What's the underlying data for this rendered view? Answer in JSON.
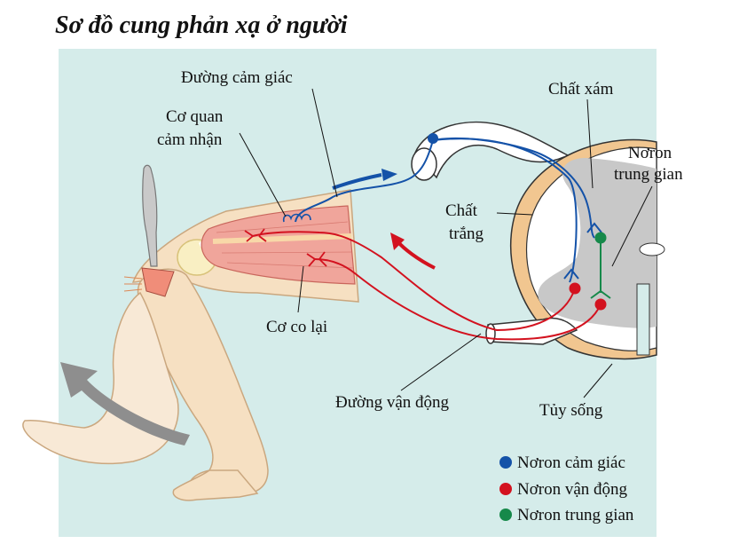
{
  "title": "Sơ đồ cung phản xạ ở người",
  "labels": {
    "sensory_path": "Đường cảm giác",
    "receptor_line1": "Cơ quan",
    "receptor_line2": "cảm nhận",
    "gray_matter": "Chất xám",
    "interneuron_line1": "Nơron",
    "interneuron_line2": "trung gian",
    "white_matter_line1": "Chất",
    "white_matter_line2": "trắng",
    "effector": "Cơ co lại",
    "motor_path": "Đường vận động",
    "spinal_cord": "Tủy sống"
  },
  "legend": [
    {
      "label": "Nơron cảm giác",
      "color": "#1452a8"
    },
    {
      "label": "Nơron vận động",
      "color": "#d3121f"
    },
    {
      "label": "Nơron trung gian",
      "color": "#16894a"
    }
  ],
  "colors": {
    "panel": "#d5ecea",
    "sensory": "#1452a8",
    "motor": "#d3121f",
    "inter": "#16894a",
    "gray_matter": "#c8c8c8",
    "skin": "#f6e0c2",
    "muscle": "#f0a59b",
    "movement_arrow": "#8e8e8e"
  },
  "icons": [
    "reflex-hammer-icon",
    "movement-arrow-icon",
    "signal-arrow-icon"
  ]
}
